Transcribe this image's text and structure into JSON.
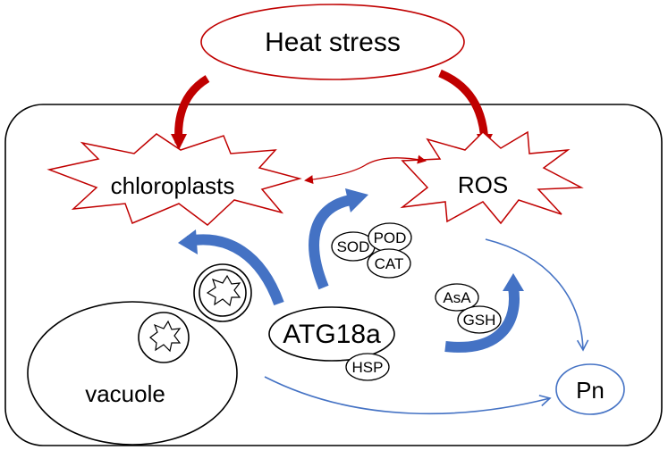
{
  "stimulus": {
    "label": "Heat stress"
  },
  "nodes": {
    "chloroplasts": "chloroplasts",
    "ros": "ROS",
    "atg18a": "ATG18a",
    "vacuole": "vacuole",
    "pn": "Pn",
    "sod": "SOD",
    "pod": "POD",
    "cat": "CAT",
    "asa": "AsA",
    "gsh": "GSH",
    "hsp": "HSP"
  },
  "colors": {
    "stress": "#c00000",
    "process_arrow": "#4472c4",
    "outline": "#000000"
  }
}
